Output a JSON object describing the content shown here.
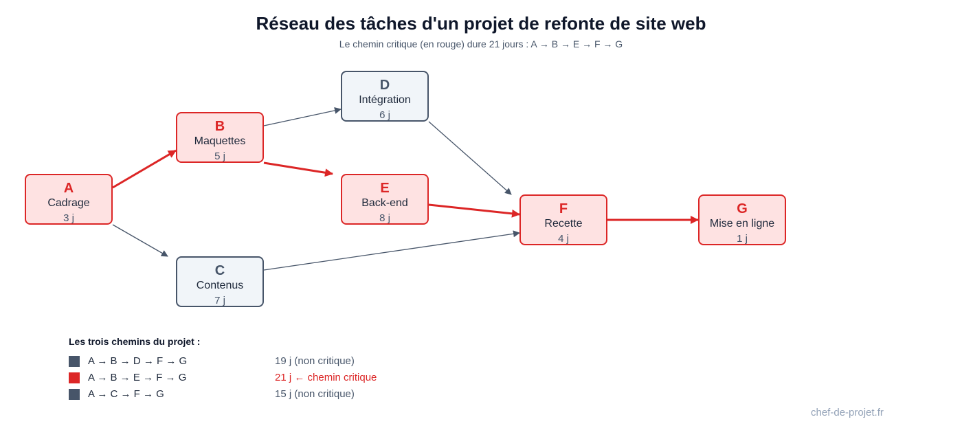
{
  "header": {
    "title": "Réseau des tâches d'un projet de refonte de site web",
    "subtitle": "Le chemin critique (en rouge) dure 21 jours : A → B → E → F → G"
  },
  "colors": {
    "critical": "#dc2626",
    "critical_fill": "#fee2e2",
    "normal": "#475569",
    "normal_fill": "#f1f5f9"
  },
  "nodes": [
    {
      "id": "A",
      "label": "Cadrage",
      "duration": "3 j",
      "critical": true
    },
    {
      "id": "B",
      "label": "Maquettes",
      "duration": "5 j",
      "critical": true
    },
    {
      "id": "C",
      "label": "Contenus",
      "duration": "7 j",
      "critical": false
    },
    {
      "id": "D",
      "label": "Intégration",
      "duration": "6 j",
      "critical": false
    },
    {
      "id": "E",
      "label": "Back-end",
      "duration": "8 j",
      "critical": true
    },
    {
      "id": "F",
      "label": "Recette",
      "duration": "4 j",
      "critical": true
    },
    {
      "id": "G",
      "label": "Mise en ligne",
      "duration": "1 j",
      "critical": true
    }
  ],
  "edges": [
    {
      "from": "A",
      "to": "B",
      "critical": true
    },
    {
      "from": "A",
      "to": "C",
      "critical": false
    },
    {
      "from": "B",
      "to": "D",
      "critical": false
    },
    {
      "from": "B",
      "to": "E",
      "critical": true
    },
    {
      "from": "D",
      "to": "F",
      "critical": false
    },
    {
      "from": "E",
      "to": "F",
      "critical": true
    },
    {
      "from": "C",
      "to": "F",
      "critical": false
    },
    {
      "from": "F",
      "to": "G",
      "critical": true
    }
  ],
  "legend": {
    "title": "Les trois chemins du projet :",
    "rows": [
      {
        "path": "A → B → D → F → G",
        "duration": "19 j (non critique)",
        "critical": false
      },
      {
        "path": "A → B → E → F → G",
        "duration": "21 j ← chemin critique",
        "critical": true
      },
      {
        "path": "A → C → F → G",
        "duration": "15 j (non critique)",
        "critical": false
      }
    ]
  },
  "footer": {
    "watermark": "chef-de-projet.fr"
  }
}
